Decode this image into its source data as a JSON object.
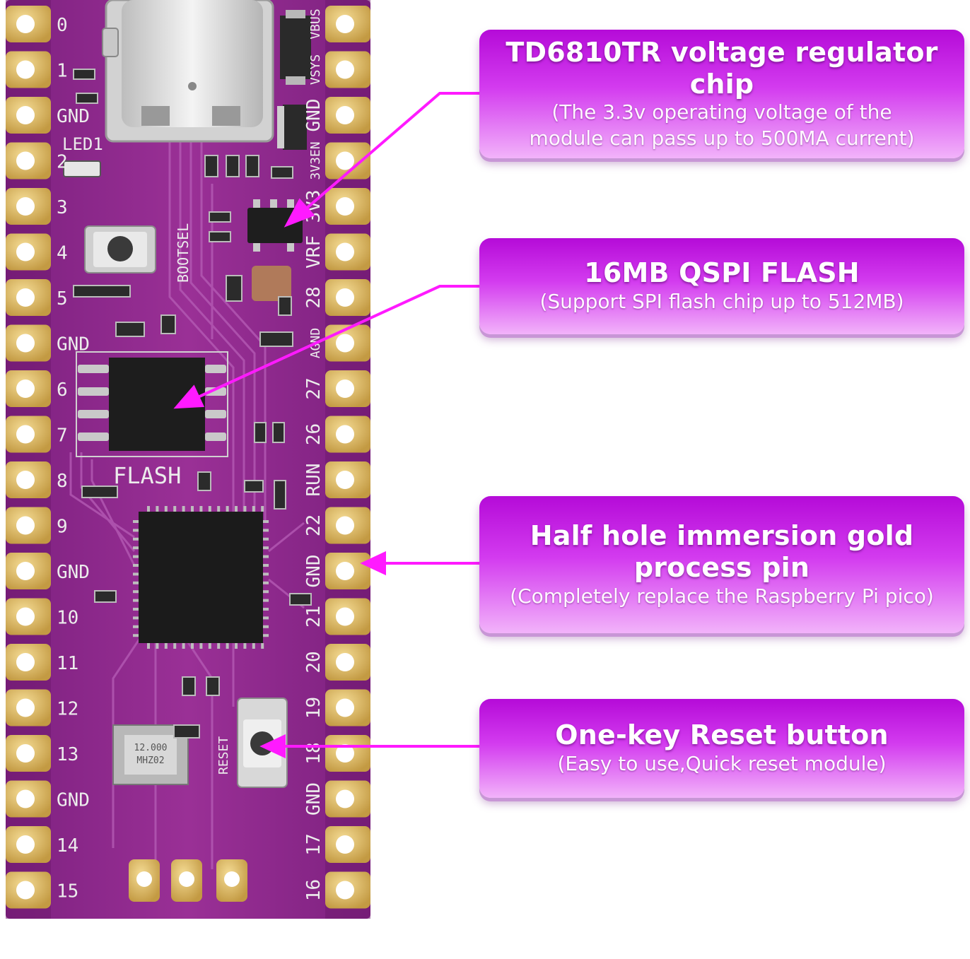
{
  "colors": {
    "pcb": "#8e2a8c",
    "pcb_dark": "#6a1868",
    "gold_pad": "#d9b25c",
    "accent_magenta": "#ff1aff",
    "callout_top": "#b50bd8",
    "callout_bottom": "#f2b3fa"
  },
  "board": {
    "left_pin_labels": [
      "0",
      "1",
      "GND",
      "2",
      "3",
      "4",
      "5",
      "GND",
      "6",
      "7",
      "8",
      "9",
      "GND",
      "10",
      "11",
      "12",
      "13",
      "GND",
      "14",
      "15"
    ],
    "right_pin_labels": [
      "VBUS",
      "VSYS",
      "GND",
      "3V3EN",
      "3V3",
      "VRF",
      "28",
      "AGND",
      "27",
      "26",
      "RUN",
      "22",
      "GND",
      "21",
      "20",
      "19",
      "18",
      "GND",
      "17",
      "16"
    ],
    "silkscreen": {
      "led": "LED1",
      "bootsel": "BOOTSEL",
      "flash": "FLASH",
      "reset": "RESET",
      "crystal_line1": "12.000",
      "crystal_line2": "MHZ02"
    }
  },
  "callouts": [
    {
      "title": "TD6810TR voltage regulator chip",
      "subtitle_line1": "(The 3.3v operating voltage of the",
      "subtitle_line2": "module can pass up to 500MA current)"
    },
    {
      "title": "16MB QSPI FLASH",
      "subtitle_line1": "(Support SPI flash chip up to 512MB)"
    },
    {
      "title_line1": "Half hole immersion gold",
      "title_line2": "process pin",
      "subtitle_line1": "(Completely replace the Raspberry Pi pico)"
    },
    {
      "title": "One-key Reset button",
      "subtitle_line1": "(Easy to use,Quick reset module)"
    }
  ]
}
